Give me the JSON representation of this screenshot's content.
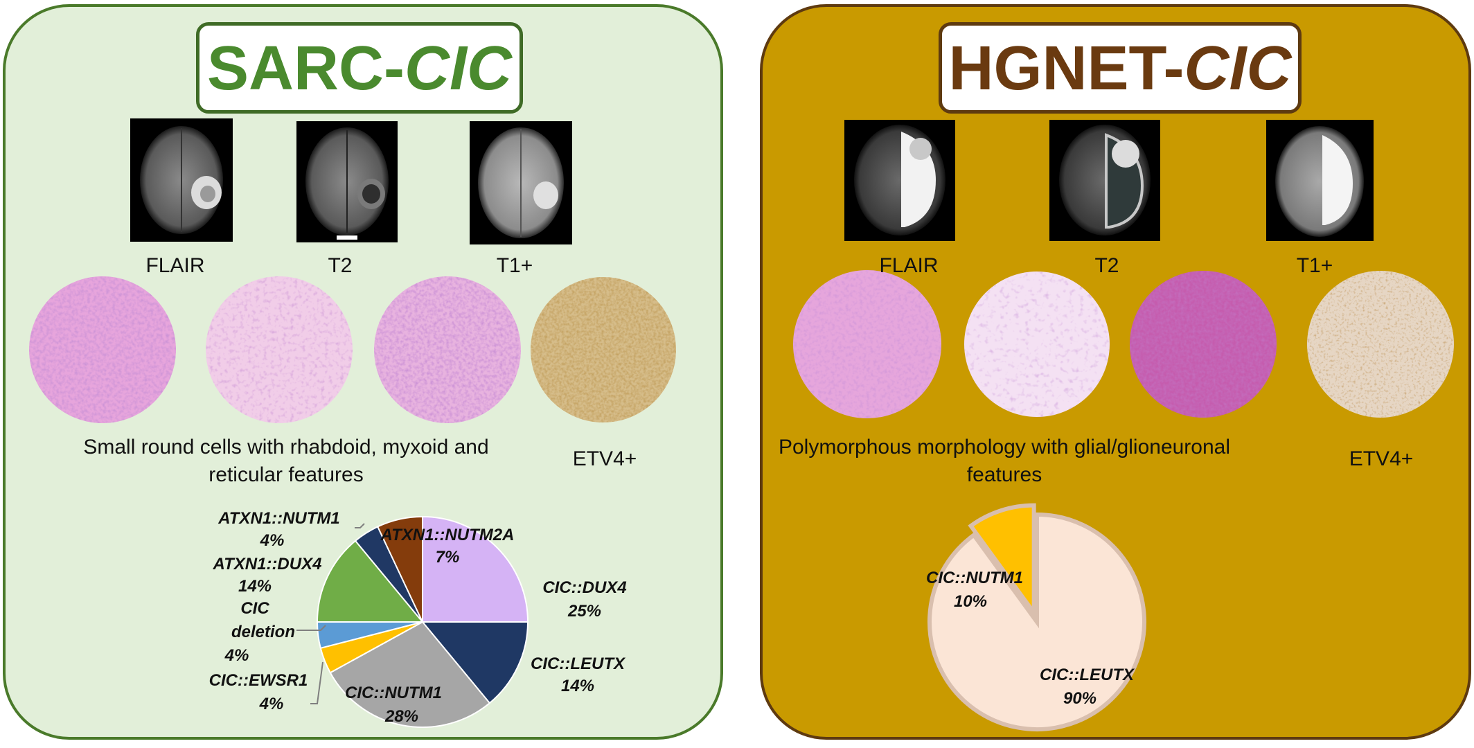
{
  "left_panel": {
    "title_prefix": "SARC-",
    "title_gene": "CIC",
    "mri_labels": [
      "FLAIR",
      "T2",
      "T1+"
    ],
    "morphology_text_line1": "Small round cells with rhabdoid, myxoid and",
    "morphology_text_line2": "reticular features",
    "ihc_label": "ETV4+",
    "colors": {
      "background": "#e2efd9",
      "border": "#4a7a2a",
      "title": "#4a8a2e"
    }
  },
  "right_panel": {
    "title_prefix": "HGNET-",
    "title_gene": "CIC",
    "mri_labels": [
      "FLAIR",
      "T2",
      "T1+"
    ],
    "morphology_text_line1": "Polymorphous morphology with glial/glioneuronal",
    "morphology_text_line2": "features",
    "ihc_label": "ETV4+",
    "colors": {
      "background": "#c99a00",
      "border": "#5e3a10",
      "title": "#6a3a10"
    }
  },
  "chart_data": [
    {
      "type": "pie",
      "slices": [
        {
          "name": "CIC::DUX4",
          "value": 25,
          "label": "25%",
          "color": "#d5b3f5"
        },
        {
          "name": "CIC::LEUTX",
          "value": 14,
          "label": "14%",
          "color": "#1f3864"
        },
        {
          "name": "CIC::NUTM1",
          "value": 28,
          "label": "28%",
          "color": "#a6a6a6"
        },
        {
          "name": "CIC::EWSR1",
          "value": 4,
          "label": "4%",
          "color": "#ffc000"
        },
        {
          "name": "CIC deletion",
          "value": 4,
          "label": "4%",
          "color": "#5b9bd5"
        },
        {
          "name": "ATXN1::DUX4",
          "value": 14,
          "label": "14%",
          "color": "#70ad47"
        },
        {
          "name": "ATXN1::NUTM1",
          "value": 4,
          "label": "4%",
          "color": "#203864"
        },
        {
          "name": "ATXN1::NUTM2A",
          "value": 7,
          "label": "7%",
          "color": "#843c0c"
        }
      ]
    },
    {
      "type": "pie",
      "slices": [
        {
          "name": "CIC::LEUTX",
          "value": 90,
          "label": "90%",
          "color": "#fbe5d6"
        },
        {
          "name": "CIC::NUTM1",
          "value": 10,
          "label": "10%",
          "color": "#ffc000"
        }
      ]
    }
  ]
}
